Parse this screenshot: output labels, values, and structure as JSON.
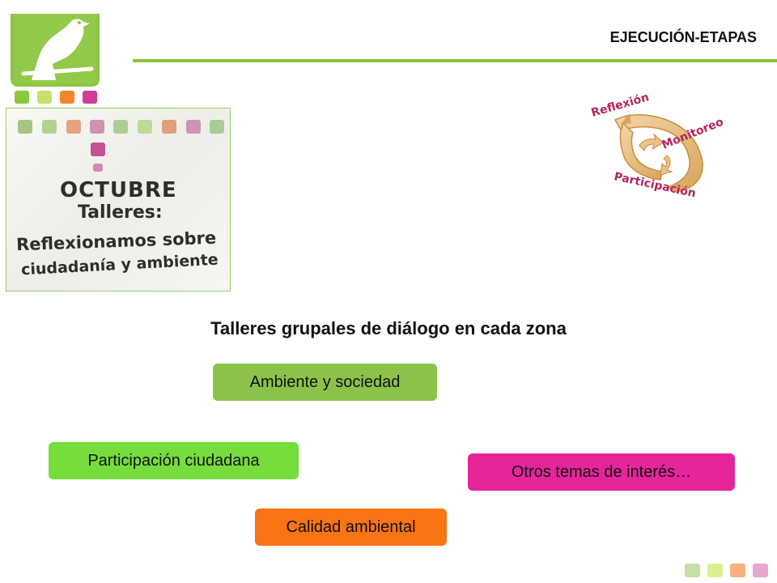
{
  "header": {
    "title": "EJECUCIÓN-ETAPAS"
  },
  "colors": {
    "accent_green": "#8cc63f",
    "light_green": "#c5e06b",
    "orange": "#f5852b",
    "magenta": "#d03c96"
  },
  "logo": {
    "icon": "bird-icon"
  },
  "poster": {
    "month": "OCTUBRE",
    "subtitle": "Talleres:",
    "line1": "Reflexionamos sobre",
    "line2": "ciudadanía y ambiente"
  },
  "cycle": {
    "stage1": "Reflexión",
    "stage2": "Monitoreo",
    "stage3": "Participación"
  },
  "section": {
    "heading": "Talleres grupales de diálogo en cada zona"
  },
  "topics": {
    "ambiente": "Ambiente y sociedad",
    "participacion": "Participación ciudadana",
    "otros": "Otros temas de interés…",
    "calidad": "Calidad ambiental"
  }
}
